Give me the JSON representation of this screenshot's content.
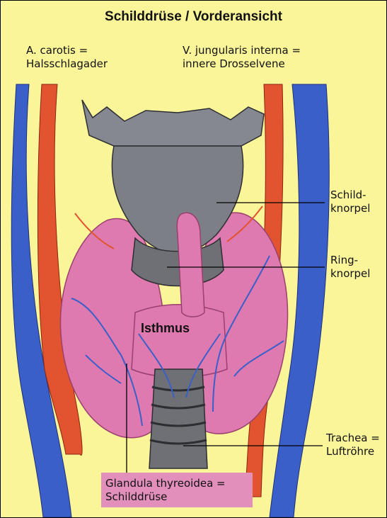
{
  "title": "Schilddrüse / Vorderansicht",
  "labels": {
    "carotis": [
      "A. carotis =",
      "Halsschlagader"
    ],
    "jugularis": [
      "V. jungularis interna =",
      "innere Drosselvene"
    ],
    "schildknorpel": [
      "Schild-",
      "knorpel"
    ],
    "ringknorpel": [
      "Ring-",
      "knorpel"
    ],
    "isthmus": "Isthmus",
    "trachea": [
      "Trachea =",
      "Luftröhre"
    ],
    "glandula": [
      "Glandula thyreoidea =",
      "Schilddrüse"
    ]
  },
  "colors": {
    "background": "#fbf59a",
    "artery": "#e2542f",
    "vein": "#3a5fc8",
    "thyroid": "#df7ab0",
    "cartilage": "#7d7f86",
    "label_highlight": "#e28fbc"
  }
}
